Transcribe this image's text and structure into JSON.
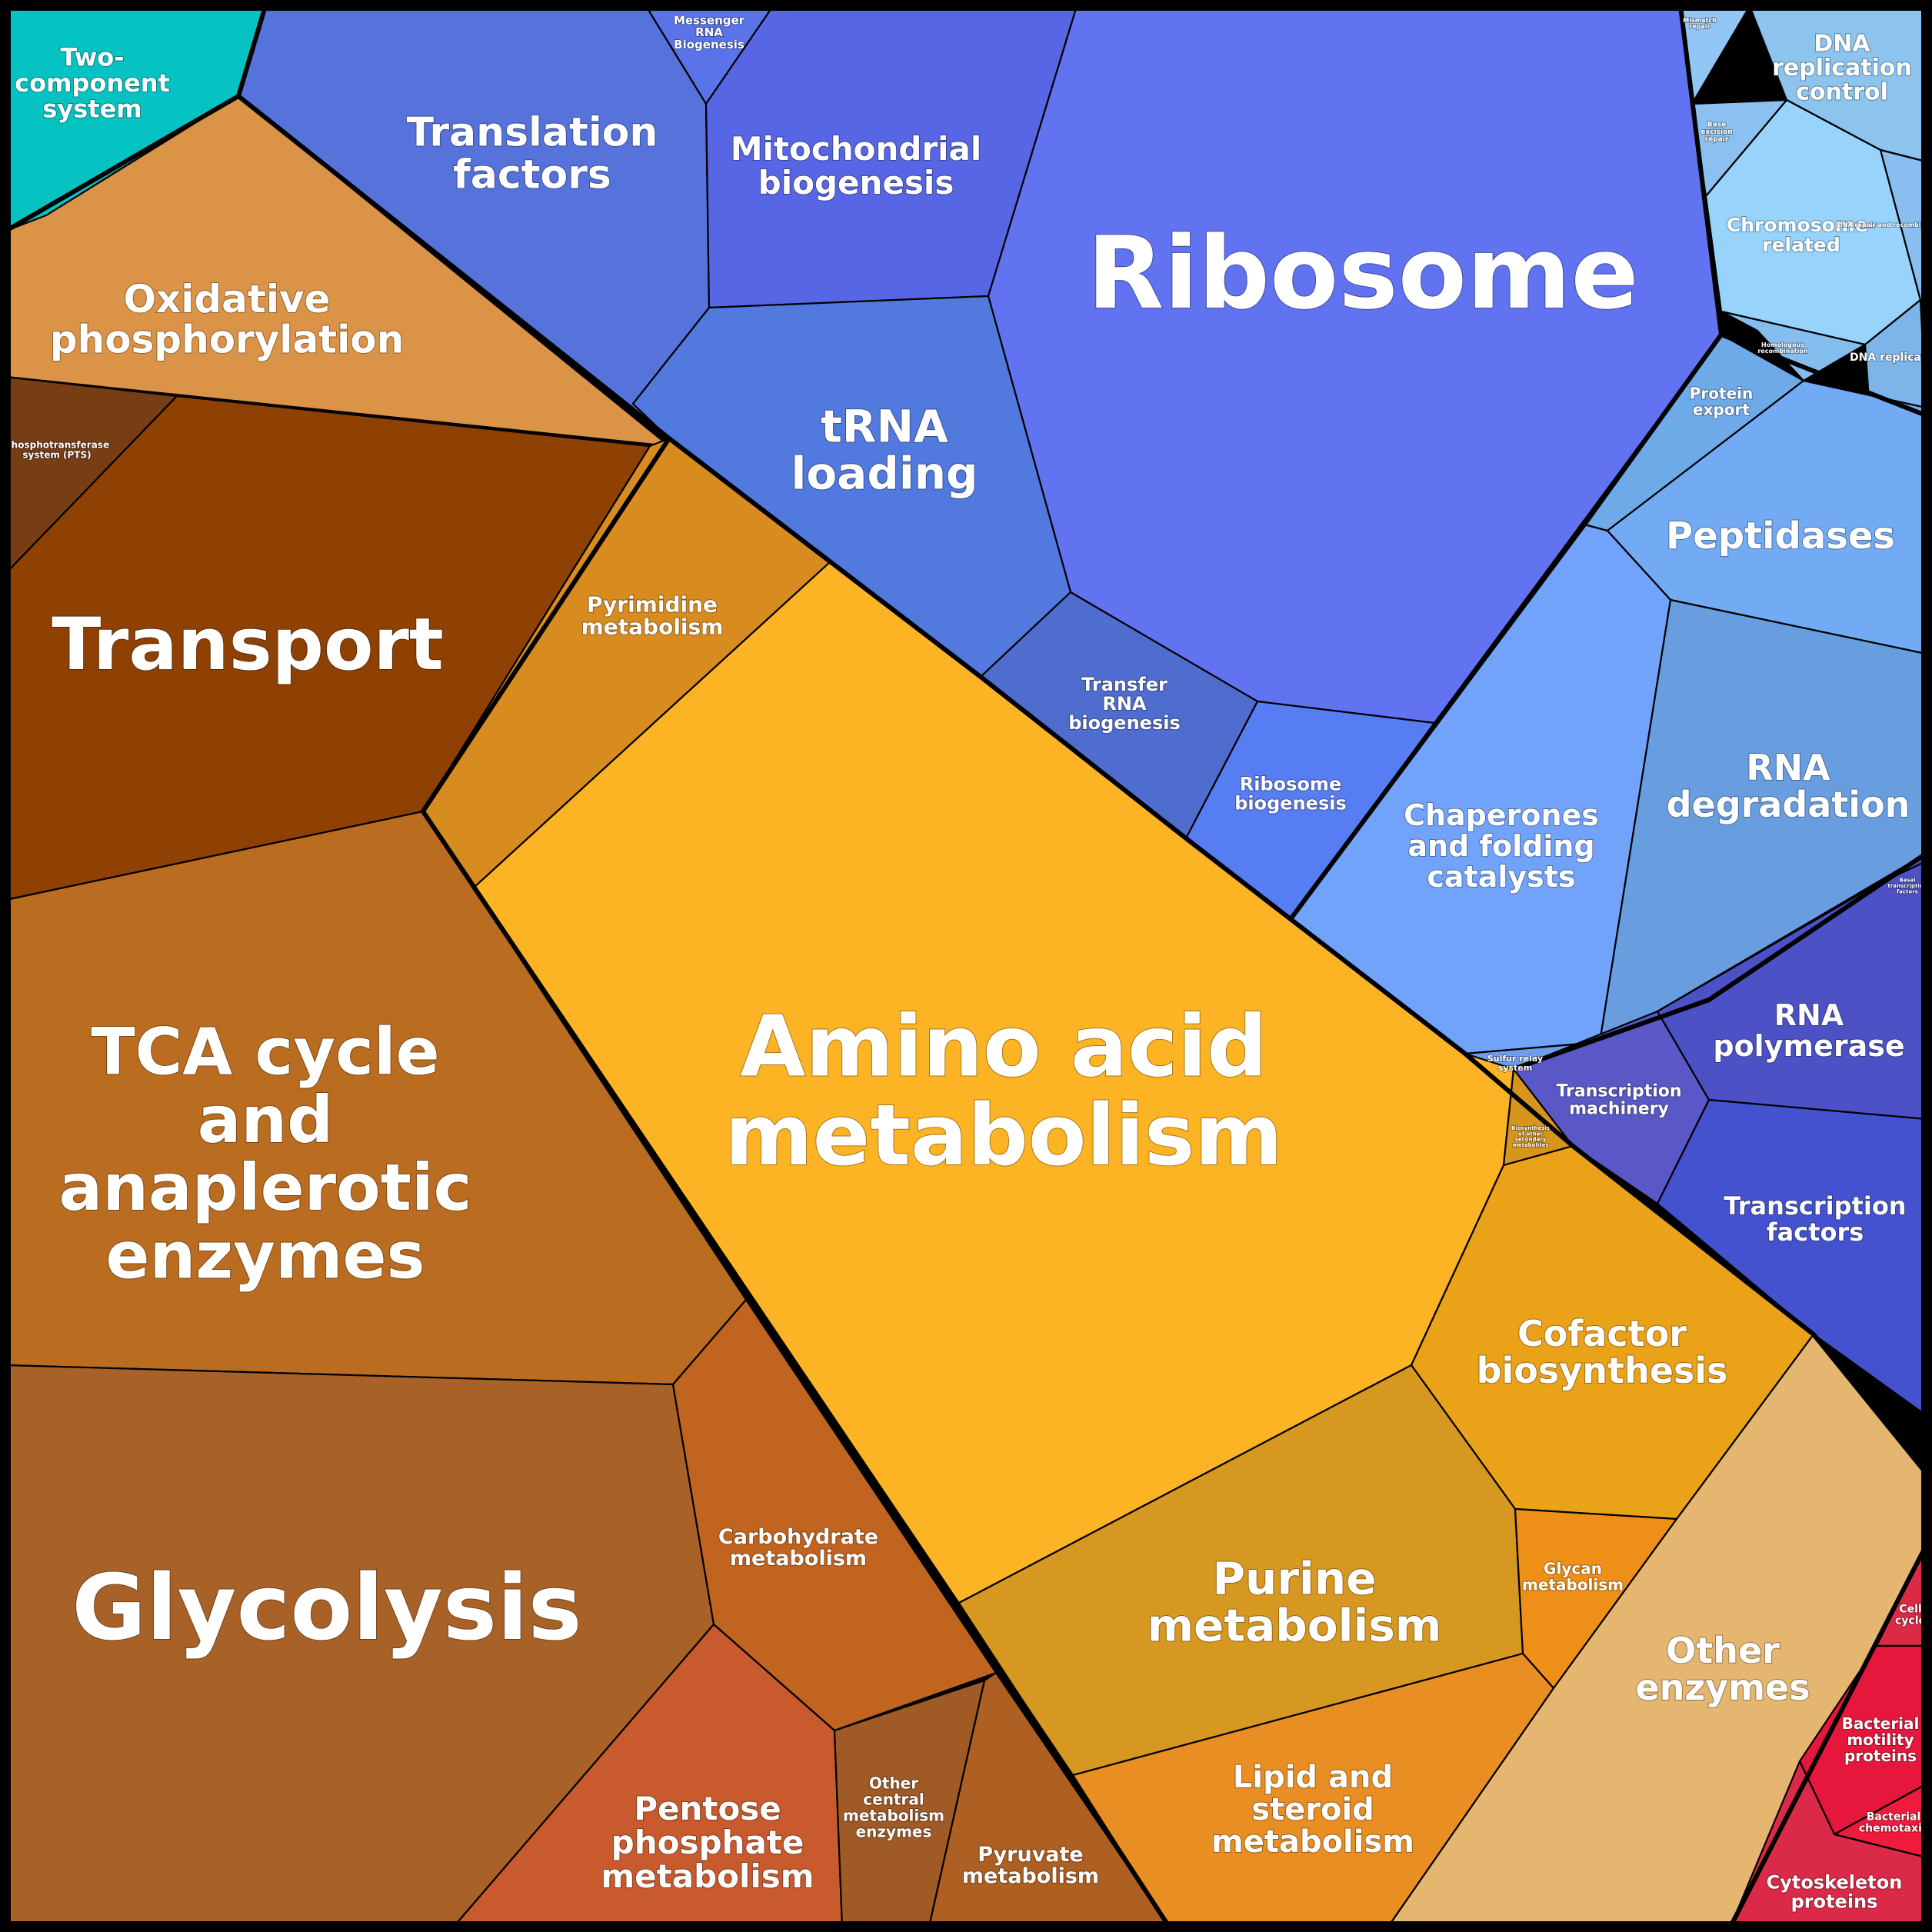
{
  "cells": [
    {
      "id": "two-component-system",
      "label": "Two-component system",
      "color": "#04C3C2",
      "group": "signaling"
    },
    {
      "id": "oxidative-phosphorylation",
      "label": "Oxidative phosphorylation",
      "color": "#DB9447",
      "group": "metabolism"
    },
    {
      "id": "phosphotransferase-system",
      "label": "Phosphotransferase system (PTS)",
      "color": "#773D14",
      "group": "metabolism"
    },
    {
      "id": "transport",
      "label": "Transport",
      "color": "#8F4104",
      "group": "metabolism"
    },
    {
      "id": "pyrimidine-metabolism",
      "label": "Pyrimidine metabolism",
      "color": "#D88C20",
      "group": "metabolism"
    },
    {
      "id": "tca-cycle",
      "label": "TCA cycle and anaplerotic enzymes",
      "color": "#BA6C20",
      "group": "metabolism"
    },
    {
      "id": "glycolysis",
      "label": "Glycolysis",
      "color": "#A86228",
      "group": "metabolism"
    },
    {
      "id": "carbohydrate-metabolism",
      "label": "Carbohydrate metabolism",
      "color": "#C06420",
      "group": "metabolism"
    },
    {
      "id": "pentose-phosphate-metabolism",
      "label": "Pentose phosphate metabolism",
      "color": "#C85A2E",
      "group": "metabolism"
    },
    {
      "id": "other-central-metabolism-enzymes",
      "label": "Other central metabolism enzymes",
      "color": "#A05A26",
      "group": "metabolism"
    },
    {
      "id": "pyruvate-metabolism",
      "label": "Pyruvate metabolism",
      "color": "#AE5F22",
      "group": "metabolism"
    },
    {
      "id": "amino-acid-metabolism",
      "label": "Amino acid metabolism",
      "color": "#FCB424",
      "group": "metabolism"
    },
    {
      "id": "biosynthesis-other-metabolism",
      "label": "Biosynthesis of other secondary metabolites",
      "color": "#D7951C",
      "group": "metabolism"
    },
    {
      "id": "cofactor-biosynthesis",
      "label": "Cofactor biosynthesis",
      "color": "#EAA218",
      "group": "metabolism"
    },
    {
      "id": "purine-metabolism",
      "label": "Purine metabolism",
      "color": "#D79822",
      "group": "metabolism"
    },
    {
      "id": "glycan-metabolism",
      "label": "Glycan metabolism",
      "color": "#EE9018",
      "group": "metabolism"
    },
    {
      "id": "lipid-steroid-metabolism",
      "label": "Lipid and steroid metabolism",
      "color": "#E88E22",
      "group": "metabolism"
    },
    {
      "id": "other-enzymes",
      "label": "Other enzymes",
      "color": "#E4B670",
      "group": "other"
    },
    {
      "id": "translation-factors",
      "label": "Translation factors",
      "color": "#5673DB",
      "group": "genetic"
    },
    {
      "id": "messenger-rna-biogenesis",
      "label": "Messenger RNA Biogenesis",
      "color": "#5A73E8",
      "group": "genetic"
    },
    {
      "id": "mitochondrial-biogenesis",
      "label": "Mitochondrial biogenesis",
      "color": "#5766E4",
      "group": "genetic"
    },
    {
      "id": "ribosome",
      "label": "Ribosome",
      "color": "#6173F0",
      "group": "genetic"
    },
    {
      "id": "trna-loading",
      "label": "tRNA loading",
      "color": "#5179DE",
      "group": "genetic"
    },
    {
      "id": "transfer-rna-biogenesis",
      "label": "Transfer RNA biogenesis",
      "color": "#4F6DCF",
      "group": "genetic"
    },
    {
      "id": "ribosome-biogenesis",
      "label": "Ribosome biogenesis",
      "color": "#577DF2",
      "group": "genetic"
    },
    {
      "id": "dna-replication-control",
      "label": "DNA replication control",
      "color": "#8CC4EE",
      "group": "replication"
    },
    {
      "id": "chromosome-related",
      "label": "Chromosome-related",
      "color": "#97D3FB",
      "group": "replication"
    },
    {
      "id": "homologous-recombination",
      "label": "Homologous recombination",
      "color": "#84BDEE",
      "group": "replication"
    },
    {
      "id": "dna-replication",
      "label": "DNA replication",
      "color": "#7DB4EA",
      "group": "replication"
    },
    {
      "id": "base-excision-repair",
      "label": "Base excision repair",
      "color": "#8CC0F0",
      "group": "replication"
    },
    {
      "id": "mismatch-repair",
      "label": "Mismatch repair",
      "color": "#92C6F4",
      "group": "replication"
    },
    {
      "id": "dna-repair-recombination",
      "label": "DNA repair and recombination proteins",
      "color": "#8ABEF0",
      "group": "replication"
    },
    {
      "id": "protein-export",
      "label": "Protein export",
      "color": "#6EAAE8",
      "group": "folding"
    },
    {
      "id": "peptidases",
      "label": "Peptidases",
      "color": "#72AAF4",
      "group": "folding"
    },
    {
      "id": "chaperones",
      "label": "Chaperones and folding catalysts",
      "color": "#72A3FB",
      "group": "folding"
    },
    {
      "id": "rna-degradation",
      "label": "RNA degradation",
      "color": "#689EE0",
      "group": "folding"
    },
    {
      "id": "sulfur-relay-system",
      "label": "Sulfur relay system",
      "color": "#6C9EEC",
      "group": "folding"
    },
    {
      "id": "transcription-machinery",
      "label": "Transcription machinery",
      "color": "#5A58C6",
      "group": "transcription"
    },
    {
      "id": "rna-polymerase",
      "label": "RNA polymerase",
      "color": "#4C52C6",
      "group": "transcription"
    },
    {
      "id": "transcription-factors",
      "label": "Transcription factors",
      "color": "#4452CF",
      "group": "transcription"
    },
    {
      "id": "basal-transcription-factors",
      "label": "Basal transcription factors",
      "color": "#4B4ABC",
      "group": "transcription"
    },
    {
      "id": "cell-cycle",
      "label": "Cell cycle",
      "color": "#DC2A46",
      "group": "cellular"
    },
    {
      "id": "bacterial-motility-proteins",
      "label": "Bacterial motility proteins",
      "color": "#E5173C",
      "group": "cellular"
    },
    {
      "id": "bacterial-chemotaxis",
      "label": "Bacterial chemotaxis",
      "color": "#F01A3C",
      "group": "cellular"
    },
    {
      "id": "cytoskeleton-proteins",
      "label": "Cytoskeleton proteins",
      "color": "#DA2A48",
      "group": "cellular"
    }
  ]
}
